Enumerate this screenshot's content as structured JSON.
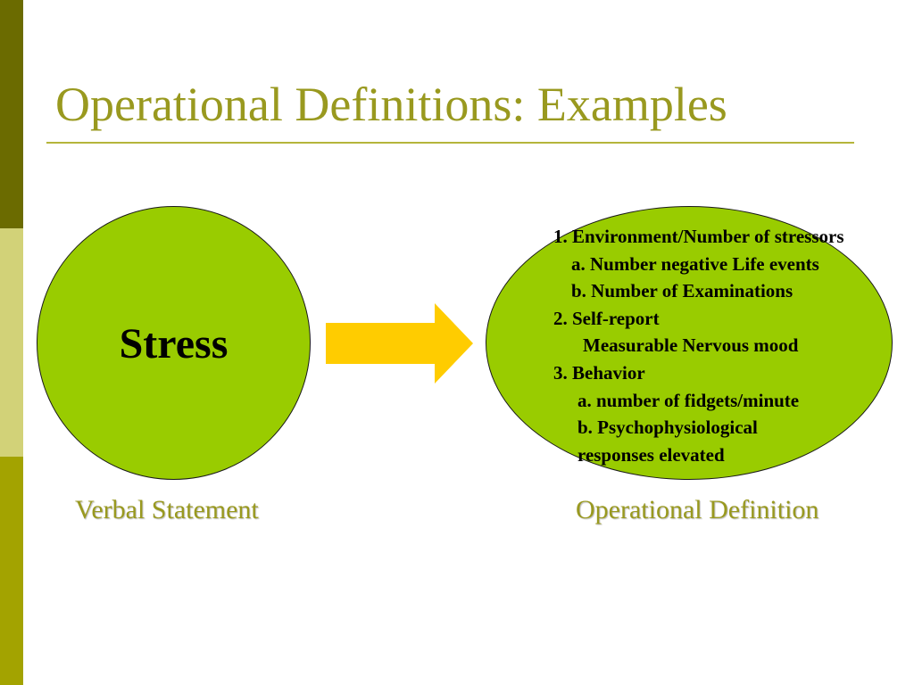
{
  "slide": {
    "title": "Operational Definitions: Examples",
    "left_shape_label": "Stress",
    "left_caption": "Verbal Statement",
    "right_caption": "Operational Definition",
    "definition_lines": [
      {
        "text": "1. Environment/Number of stressors",
        "indent": 0
      },
      {
        "text": "a. Number negative Life events",
        "indent": 20
      },
      {
        "text": "b. Number of Examinations",
        "indent": 20
      },
      {
        "text": "2.  Self-report",
        "indent": 0
      },
      {
        "text": "Measurable Nervous mood",
        "indent": 33
      },
      {
        "text": "3. Behavior",
        "indent": 0
      },
      {
        "text": "a. number of fidgets/minute",
        "indent": 27
      },
      {
        "text": "b. Psychophysiological",
        "indent": 27
      },
      {
        "text": "responses elevated",
        "indent": 27
      }
    ]
  },
  "colors": {
    "sidebar_dark": "#6b6b00",
    "sidebar_light": "#d2d278",
    "sidebar_mid": "#a3a300",
    "title_color": "#99991f",
    "shape_fill": "#99cc00",
    "arrow_fill": "#ffcc00"
  },
  "icons": {
    "arrow": "right-arrow-icon"
  }
}
